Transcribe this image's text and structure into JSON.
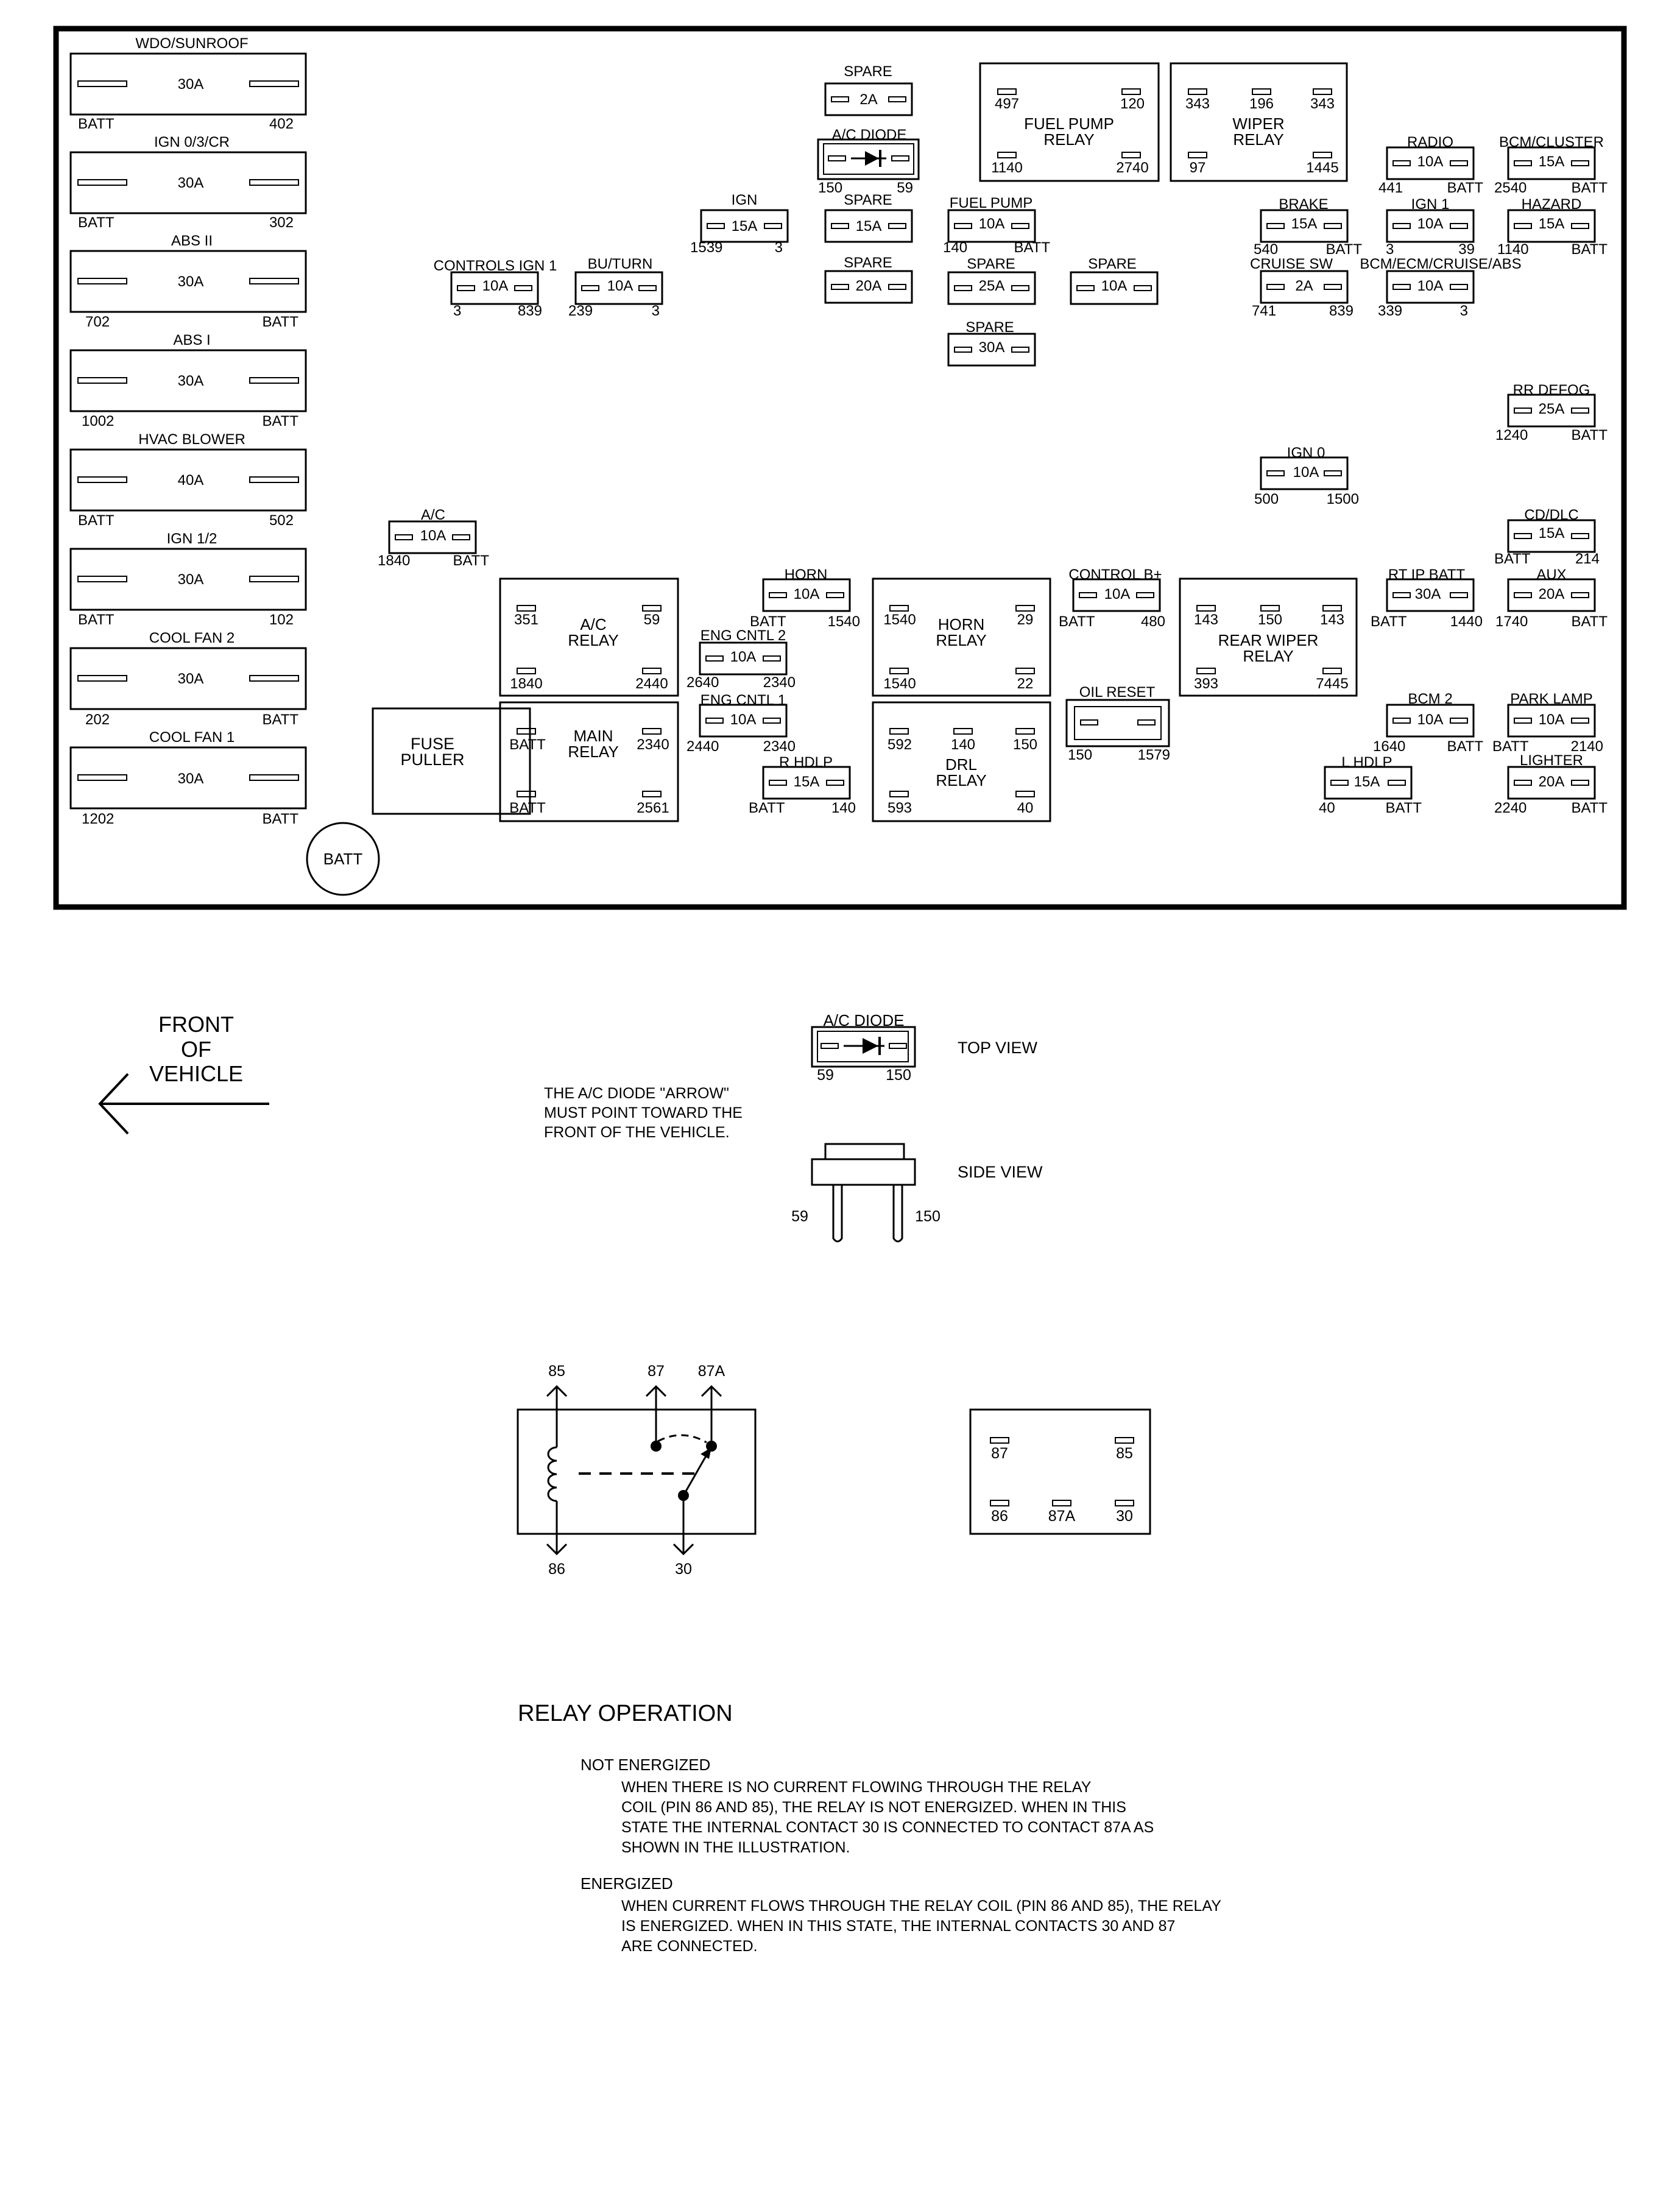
{
  "fuse_block": {
    "maxi_fuses": [
      {
        "label": "WDO/SUNROOF",
        "rating": "30A",
        "left_pin": "BATT",
        "right_pin": "402"
      },
      {
        "label": "IGN 0/3/CR",
        "rating": "30A",
        "left_pin": "BATT",
        "right_pin": "302"
      },
      {
        "label": "ABS II",
        "rating": "30A",
        "left_pin": "702",
        "right_pin": "BATT"
      },
      {
        "label": "ABS I",
        "rating": "30A",
        "left_pin": "1002",
        "right_pin": "BATT"
      },
      {
        "label": "HVAC BLOWER",
        "rating": "40A",
        "left_pin": "BATT",
        "right_pin": "502"
      },
      {
        "label": "IGN 1/2",
        "rating": "30A",
        "left_pin": "BATT",
        "right_pin": "102"
      },
      {
        "label": "COOL FAN 2",
        "rating": "30A",
        "left_pin": "202",
        "right_pin": "BATT"
      },
      {
        "label": "COOL FAN 1",
        "rating": "30A",
        "left_pin": "1202",
        "right_pin": "BATT"
      }
    ],
    "mini_fuses": [
      {
        "label": "SPARE",
        "rating": "2A",
        "left_pin": "",
        "right_pin": ""
      },
      {
        "label": "IGN",
        "rating": "15A",
        "left_pin": "1539",
        "right_pin": "3"
      },
      {
        "label": "SPARE",
        "rating": "15A",
        "left_pin": "",
        "right_pin": ""
      },
      {
        "label": "FUEL PUMP",
        "rating": "10A",
        "left_pin": "140",
        "right_pin": "BATT"
      },
      {
        "label": "SPARE",
        "rating": "20A",
        "left_pin": "",
        "right_pin": ""
      },
      {
        "label": "SPARE",
        "rating": "25A",
        "left_pin": "",
        "right_pin": ""
      },
      {
        "label": "SPARE",
        "rating": "10A",
        "left_pin": "",
        "right_pin": ""
      },
      {
        "label": "SPARE",
        "rating": "30A",
        "left_pin": "",
        "right_pin": ""
      },
      {
        "label": "CONTROLS IGN 1",
        "rating": "10A",
        "left_pin": "3",
        "right_pin": "839"
      },
      {
        "label": "BU/TURN",
        "rating": "10A",
        "left_pin": "239",
        "right_pin": "3"
      },
      {
        "label": "RADIO",
        "rating": "10A",
        "left_pin": "441",
        "right_pin": "BATT"
      },
      {
        "label": "BCM/CLUSTER",
        "rating": "15A",
        "left_pin": "2540",
        "right_pin": "BATT"
      },
      {
        "label": "BRAKE",
        "rating": "15A",
        "left_pin": "540",
        "right_pin": "BATT"
      },
      {
        "label": "IGN 1",
        "rating": "10A",
        "left_pin": "3",
        "right_pin": "39"
      },
      {
        "label": "HAZARD",
        "rating": "15A",
        "left_pin": "1140",
        "right_pin": "BATT"
      },
      {
        "label": "CRUISE SW",
        "rating": "2A",
        "left_pin": "741",
        "right_pin": "839"
      },
      {
        "label": "BCM/ECM/CRUISE/ABS",
        "rating": "10A",
        "left_pin": "339",
        "right_pin": "3"
      },
      {
        "label": "RR DEFOG",
        "rating": "25A",
        "left_pin": "1240",
        "right_pin": "BATT"
      },
      {
        "label": "IGN 0",
        "rating": "10A",
        "left_pin": "500",
        "right_pin": "1500"
      },
      {
        "label": "A/C",
        "rating": "10A",
        "left_pin": "1840",
        "right_pin": "BATT"
      },
      {
        "label": "CD/DLC",
        "rating": "15A",
        "left_pin": "BATT",
        "right_pin": "214"
      },
      {
        "label": "HORN",
        "rating": "10A",
        "left_pin": "BATT",
        "right_pin": "1540"
      },
      {
        "label": "CONTROL B+",
        "rating": "10A",
        "left_pin": "BATT",
        "right_pin": "480"
      },
      {
        "label": "RT IP BATT",
        "rating": "30A",
        "left_pin": "BATT",
        "right_pin": "1440"
      },
      {
        "label": "AUX",
        "rating": "20A",
        "left_pin": "1740",
        "right_pin": "BATT"
      },
      {
        "label": "ENG CNTL 2",
        "rating": "10A",
        "left_pin": "2640",
        "right_pin": "2340"
      },
      {
        "label": "ENG CNTL 1",
        "rating": "10A",
        "left_pin": "2440",
        "right_pin": "2340"
      },
      {
        "label": "R HDLP",
        "rating": "15A",
        "left_pin": "BATT",
        "right_pin": "140"
      },
      {
        "label": "BCM 2",
        "rating": "10A",
        "left_pin": "1640",
        "right_pin": "BATT"
      },
      {
        "label": "PARK LAMP",
        "rating": "10A",
        "left_pin": "BATT",
        "right_pin": "2140"
      },
      {
        "label": "L HDLP",
        "rating": "15A",
        "left_pin": "40",
        "right_pin": "BATT"
      },
      {
        "label": "LIGHTER",
        "rating": "20A",
        "left_pin": "2240",
        "right_pin": "BATT"
      }
    ],
    "relays": [
      {
        "label_lines": [
          "FUEL PUMP",
          "RELAY"
        ],
        "pins": [
          "497",
          "120",
          "1140",
          "2740"
        ]
      },
      {
        "label_lines": [
          "WIPER",
          "RELAY"
        ],
        "pins": [
          "343",
          "196",
          "343",
          "97",
          "1445"
        ]
      },
      {
        "label_lines": [
          "A/C",
          "RELAY"
        ],
        "pins": [
          "351",
          "59",
          "1840",
          "2440"
        ]
      },
      {
        "label_lines": [
          "MAIN",
          "RELAY"
        ],
        "pins": [
          "BATT",
          "2340",
          "BATT",
          "2561"
        ]
      },
      {
        "label_lines": [
          "HORN",
          "RELAY"
        ],
        "pins": [
          "1540",
          "29",
          "1540",
          "22"
        ]
      },
      {
        "label_lines": [
          "DRL",
          "RELAY"
        ],
        "pins": [
          "592",
          "140",
          "150",
          "593",
          "40"
        ]
      },
      {
        "label_lines": [
          "REAR WIPER",
          "RELAY"
        ],
        "pins": [
          "143",
          "150",
          "143",
          "393",
          "7445"
        ]
      }
    ],
    "ac_diode": {
      "label": "A/C DIODE",
      "left_pin": "150",
      "right_pin": "59"
    },
    "oil_reset": {
      "label": "OIL RESET",
      "left_pin": "150",
      "right_pin": "1579"
    },
    "fuse_puller": {
      "label_lines": [
        "FUSE",
        "PULLER"
      ]
    },
    "batt_stud": "BATT"
  },
  "orientation": {
    "text_lines": [
      "FRONT",
      "OF",
      "VEHICLE"
    ]
  },
  "diode_views": {
    "label": "A/C DIODE",
    "top_view": "TOP VIEW",
    "side_view": "SIDE VIEW",
    "top_left_pin": "59",
    "top_right_pin": "150",
    "side_left_pin": "59",
    "side_right_pin": "150",
    "note_lines": [
      "THE A/C DIODE \"ARROW\"",
      "MUST POINT TOWARD THE",
      "FRONT OF THE VEHICLE."
    ]
  },
  "relay_schematic": {
    "top_pins": [
      "85",
      "87",
      "87A"
    ],
    "bottom_pins": [
      "86",
      "30"
    ],
    "footprint_pins": [
      "87",
      "85",
      "86",
      "87A",
      "30"
    ]
  },
  "relay_operation": {
    "title": "RELAY OPERATION",
    "not_energized_heading": "NOT ENERGIZED",
    "not_energized_lines": [
      "WHEN THERE IS NO CURRENT FLOWING THROUGH THE RELAY",
      "COIL (PIN 86 AND 85), THE RELAY IS NOT ENERGIZED.  WHEN IN THIS",
      "STATE THE INTERNAL CONTACT 30 IS CONNECTED TO CONTACT 87A AS",
      "SHOWN IN THE ILLUSTRATION."
    ],
    "energized_heading": "ENERGIZED",
    "energized_lines": [
      "WHEN CURRENT FLOWS THROUGH THE RELAY COIL (PIN 86 AND 85), THE RELAY",
      "IS ENERGIZED.  WHEN IN THIS STATE, THE INTERNAL CONTACTS 30 AND 87",
      "ARE CONNECTED."
    ]
  }
}
